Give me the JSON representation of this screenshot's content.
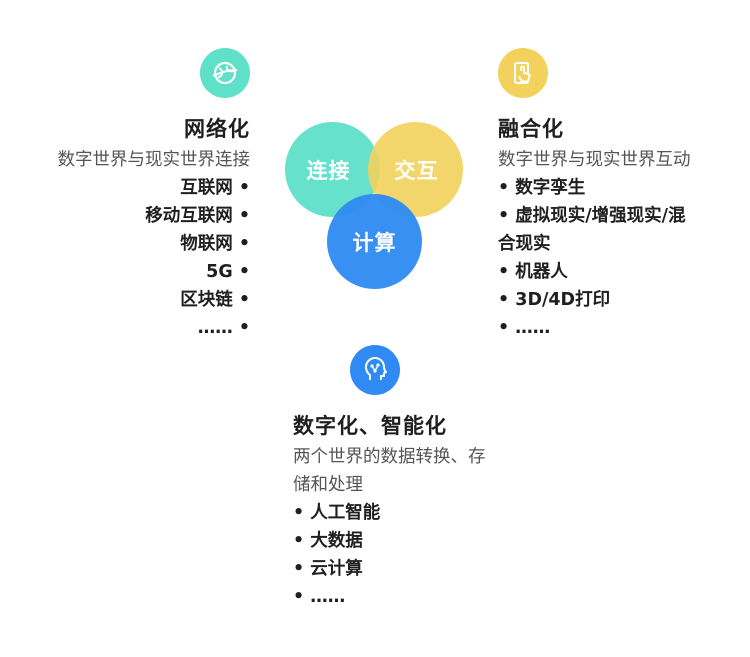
{
  "colors": {
    "teal": "#5ee0c9",
    "yellow": "#f2d25c",
    "blue": "#2f8bf3"
  },
  "network": {
    "icon": "globe-network-icon",
    "title": "网络化",
    "subtitle": "数字世界与现实世界连接",
    "items": [
      "互联网",
      "移动互联网",
      "物联网",
      "5G",
      "区块链",
      "……"
    ]
  },
  "fusion": {
    "icon": "touch-screen-icon",
    "title": "融合化",
    "subtitle": "数字世界与现实世界互动",
    "items_line1": "数字孪生",
    "items_line2a": "虚拟现实/增强现实/混",
    "items_line2b": "合现实",
    "items_line3": "机器人",
    "items_line4": "3D/4D打印",
    "items_line5": "……"
  },
  "digital": {
    "icon": "ai-brain-icon",
    "title": "数字化、智能化",
    "subtitle_a": "两个世界的数据转换、存",
    "subtitle_b": "储和处理",
    "items": [
      "人工智能",
      "大数据",
      "云计算",
      "……"
    ]
  },
  "venn": {
    "connect": "连接",
    "interact": "交互",
    "compute": "计算"
  },
  "bullet": "•"
}
